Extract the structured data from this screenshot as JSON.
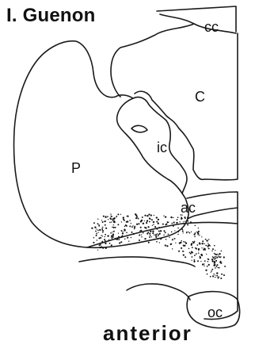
{
  "figure": {
    "title": "I. Guenon",
    "regions": [
      {
        "id": "cc",
        "label": "cc"
      },
      {
        "id": "c",
        "label": "C"
      },
      {
        "id": "ic",
        "label": "ic"
      },
      {
        "id": "p",
        "label": "P"
      },
      {
        "id": "ac",
        "label": "ac"
      },
      {
        "id": "oc",
        "label": "oc"
      }
    ],
    "bottom_caption": "anterior"
  },
  "colors": {
    "ink": "#1a1a1a",
    "background": "#ffffff"
  }
}
